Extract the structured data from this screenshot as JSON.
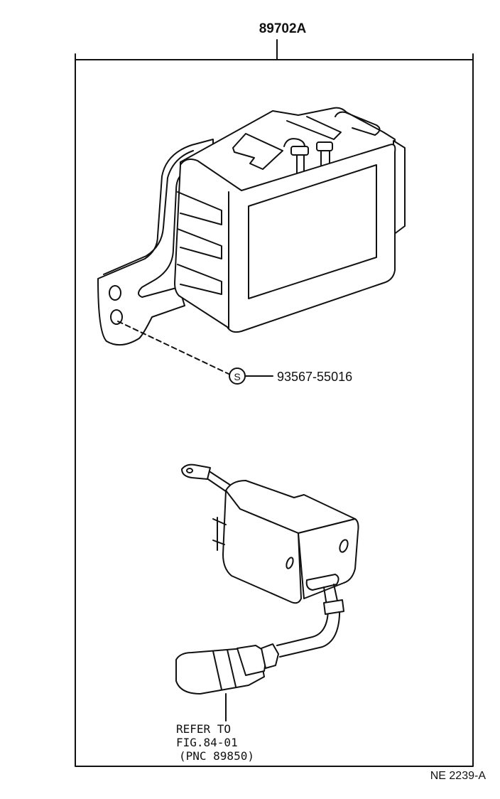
{
  "assembly_part_number": "89702A",
  "screw": {
    "symbol": "S",
    "part_number": "93567-55016"
  },
  "reference_note": {
    "line1": "REFER TO",
    "line2": "FIG.84-01",
    "line3": "(PNC 89850)"
  },
  "figure_code": "NE 2239-A",
  "colors": {
    "line": "#111111",
    "background": "#ffffff"
  }
}
